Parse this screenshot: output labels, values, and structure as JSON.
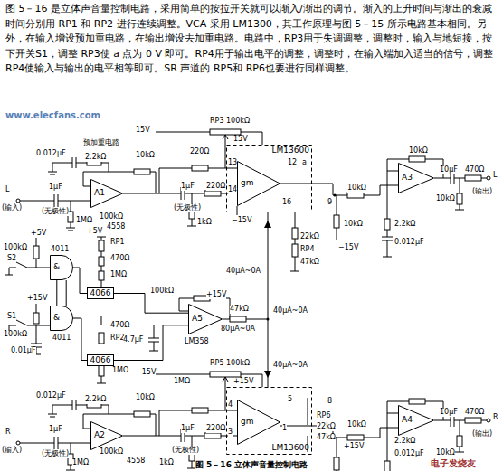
{
  "diagram": {
    "caption": "图 5－16  立体声音量控制电路",
    "nodes": [
      {
        "text": [
          "LM13600"
        ]
      },
      {
        "text": [
          "gm"
        ],
        "in": 0
      },
      {
        "text": [
          "LM13600"
        ]
      },
      {
        "text": [
          "gm"
        ],
        "in": 2
      },
      {
        "text": [
          "A1"
        ]
      },
      {
        "text": [
          "A3"
        ]
      },
      {
        "text": [
          "A5"
        ]
      },
      {
        "text": [
          "A2"
        ]
      },
      {
        "text": [
          "A4"
        ]
      },
      {
        "text": [
          "&"
        ]
      },
      {
        "text": [
          "&"
        ]
      },
      {
        "text": [
          "4066"
        ]
      },
      {
        "text": [
          "4066"
        ]
      }
    ],
    "edges": [
      {
        "from": 9,
        "to": 10,
        "arrow": "none"
      },
      {
        "from": 10,
        "to": 9,
        "arrow": "none"
      },
      {
        "from": 9,
        "to": 11,
        "arrow": "none"
      },
      {
        "from": 10,
        "to": 12,
        "arrow": "none"
      },
      {
        "from": 11,
        "to": 6,
        "arrow": "none"
      },
      {
        "from": 12,
        "to": 6,
        "arrow": "none"
      }
    ],
    "labels": [
      "图 5－16 是立体声音量控制电路，采用简单的按拉开关就可以渐入/渐出的调节。渐入的上升时间与渐出的衰减时间分别用 RP1 和 RP2 进行连续调整。VCA 采用 LM1300，其工作原理与图 5－15 所示电路基本相同。另外，在输入增设预加重电路，在输出增设去加重电路。电路中，RP3用于失调调整，调整时，输入与地短接，按下开关S1，调整 RP3使 a 点为 0 V 即可。RP4用于输出电平的调整，调整时，在输入端加入适当的信号，调整 RP4使输入与输出的电平相等即可。SR 声道的 RP5和 RP6也要进行同样调整。",
      "www.elecfans.com",
      "电子发烧友",
      "15V",
      "RP3 100kΩ",
      "15V",
      "预加重电路",
      "0.012μF",
      "2.2kΩ",
      "10kΩ",
      "220Ω",
      "13",
      "12",
      "a",
      "L",
      "(输入)",
      "1μF",
      "(无极性)",
      "1MΩ",
      "100kΩ",
      "4558",
      "1μF",
      "(无极性)",
      "1kΩ",
      "220Ω",
      "14",
      "16",
      "9",
      "−15V",
      "10kΩ",
      "22kΩ",
      "RP4",
      "47kΩ",
      "10kΩ",
      "−15V",
      "10kΩ",
      "2.2kΩ",
      "0.012μF",
      "10μF",
      "470Ω",
      "10kΩ",
      "L",
      "(输出)",
      "+5V",
      "+5V",
      "100kΩ",
      "RP1",
      "470Ω",
      "1MΩ",
      "S2",
      "4011",
      "+15V",
      "S1",
      "100kΩ",
      "0.01μF",
      "4011",
      "470Ω",
      "RP2",
      "1MΩ",
      "100kΩ",
      "+15V",
      "4.7μF",
      "LM358",
      "47kΩ",
      "40μA~0A",
      "40μA~0A",
      "80μA~0A",
      "40μA~0A",
      "−15V",
      "RP5 100kΩ",
      "+15V",
      "1MΩ",
      "0.012μF",
      "2.2kΩ",
      "10kΩ",
      "4",
      "3",
      "5",
      "R",
      "(输入)",
      "1μF",
      "(无极性)",
      "1MΩ",
      "100kΩ",
      "4558",
      "1μF",
      "(无极性)",
      "220Ω",
      "1kΩ",
      "1",
      "8",
      "RP6",
      "22kΩ",
      "47kΩ",
      "10kΩ",
      "+15V",
      "2.2kΩ",
      "0.012μF",
      "10μF",
      "470Ω",
      "R",
      "(输出)",
      "10kΩ"
    ]
  }
}
